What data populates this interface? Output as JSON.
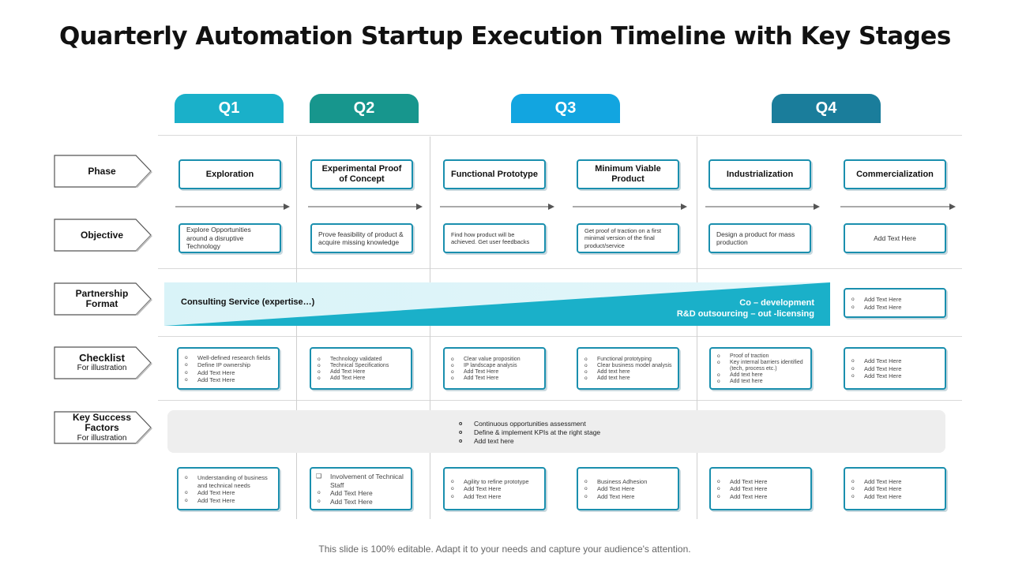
{
  "title": "Quarterly Automation Startup Execution Timeline with Key Stages",
  "quarters": [
    {
      "label": "Q1",
      "color": "#1ab0c9"
    },
    {
      "label": "Q2",
      "color": "#17968d"
    },
    {
      "label": "Q3",
      "color": "#12a5e0"
    },
    {
      "label": "Q4",
      "color": "#1a7d9b"
    }
  ],
  "row_labels": {
    "phase": "Phase",
    "objective": "Objective",
    "partnership_line1": "Partnership",
    "partnership_line2": "Format",
    "checklist": "Checklist",
    "checklist_sub": "For illustration",
    "ksf_line1": "Key Success",
    "ksf_line2": "Factors",
    "ksf_sub": "For illustration"
  },
  "phases": [
    "Exploration",
    "Experimental Proof of Concept",
    "Functional Prototype",
    "Minimum Viable Product",
    "Industrialization",
    "Commercialization"
  ],
  "objectives": [
    "Explore Opportunities around a disruptive Technology",
    "Prove feasibility of product & acquire missing knowledge",
    "Find how product will be achieved. Get user feedbacks",
    "Get proof of traction on a first minimal version of the final product/service",
    "Design a product for mass production",
    "Add Text Here"
  ],
  "partnership": {
    "left_text": "Consulting  Service (expertise…)",
    "right_line1": "Co – development",
    "right_line2": "R&D outsourcing – out -licensing",
    "box_items": [
      "Add Text Here",
      "Add Text Here"
    ]
  },
  "checklists": [
    [
      "Well-defined research fields",
      "Define IP ownership",
      "Add Text Here",
      "Add Text Here"
    ],
    [
      "Technology validated",
      "Technical Specifications",
      "Add Text Here",
      "Add Text Here"
    ],
    [
      "Clear value proposition",
      "IP landscape analysis",
      "Add Text Here",
      "Add Text Here"
    ],
    [
      "Functional prototyping",
      "Clear business model analysis",
      "Add text here",
      "Add text here"
    ],
    [
      "Proof of traction",
      "Key internal barriers identified (tech, process etc.)",
      "Add text here",
      "Add text here"
    ],
    [
      "Add Text Here",
      "Add Text Here",
      "Add Text Here"
    ]
  ],
  "ksf_items": [
    "Continuous opportunities assessment",
    "Define & implement KPIs at the right stage",
    "Add text here"
  ],
  "bottom_boxes": [
    [
      "Understanding of business and technical needs",
      "Add Text Here",
      "Add Text Here"
    ],
    [
      "Involvement of Technical Staff",
      "Add Text Here",
      "Add Text Here"
    ],
    [
      "Agility to refine prototype",
      "Add Text Here",
      "Add Text Here"
    ],
    [
      "Business Adhesion",
      "Add Text Here",
      "Add Text Here"
    ],
    [
      "Add Text Here",
      "Add Text Here",
      "Add Text Here"
    ],
    [
      "Add Text Here",
      "Add Text Here",
      "Add Text Here"
    ]
  ],
  "footer": "This slide is 100% editable. Adapt it to your needs and capture your audience's attention."
}
